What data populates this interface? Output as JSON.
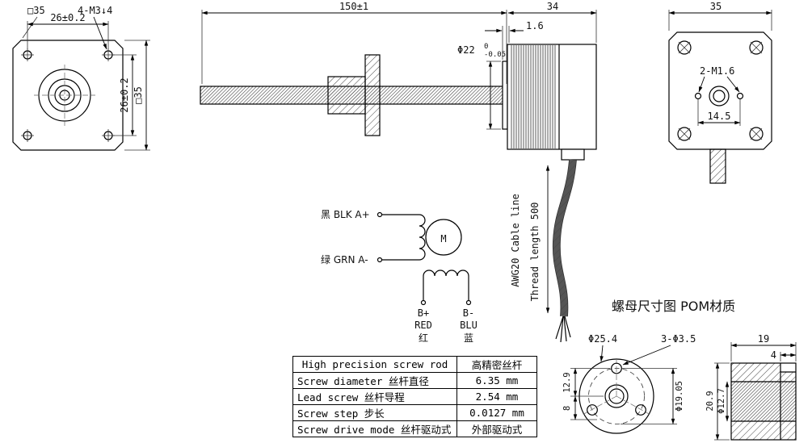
{
  "front_view": {
    "label_square_top": "□35",
    "dim_hole_spacing_top": "26±0.2",
    "label_holes": "4-M3↓4",
    "dim_hole_spacing_right": "26±0.2",
    "label_square_right": "□35"
  },
  "side_view": {
    "dim_screw_length": "150±1",
    "dim_motor_length": "34",
    "dim_boss_thickness": "1.6",
    "dim_pilot_diameter": "Φ22",
    "dim_pilot_tol_upper": "0",
    "dim_pilot_tol_lower": "-0.05",
    "label_cable": "AWG20 Cable line",
    "label_thread_length": "Thread length 500"
  },
  "rear_view": {
    "dim_width": "35",
    "label_holes": "2-M1.6",
    "dim_hole_spacing": "14.5"
  },
  "wiring": {
    "lead_a_plus": "黑 BLK A+",
    "lead_a_minus": "绿 GRN A-",
    "motor_symbol": "M",
    "term_b_plus": "B+",
    "term_b_plus_color": "RED",
    "term_b_plus_cn": "红",
    "term_b_minus": "B-",
    "term_b_minus_color": "BLU",
    "term_b_minus_cn": "蓝"
  },
  "nut_drawing": {
    "title": "螺母尺寸图 POM材质",
    "dim_outer_diameter": "Φ25.4",
    "dim_mount_holes": "3-Φ3.5",
    "dim_hole_offset_v": "12.9",
    "dim_bottom_offset": "8",
    "dim_bolt_circle": "Φ19.05",
    "dim_length": "19",
    "dim_flange_thickness": "4",
    "dim_height": "20.9",
    "dim_bore": "Φ12.7"
  },
  "spec_table": {
    "rows": [
      {
        "label": "High precision screw rod",
        "value": "高精密丝杆"
      },
      {
        "label": "Screw diameter 丝杆直径",
        "value": "6.35 mm"
      },
      {
        "label": "Lead screw 丝杆导程",
        "value": "2.54 mm"
      },
      {
        "label": "Screw step 步长",
        "value": "0.0127 mm"
      },
      {
        "label": "Screw drive mode 丝杆驱动式",
        "value": "外部驱动式"
      }
    ]
  }
}
